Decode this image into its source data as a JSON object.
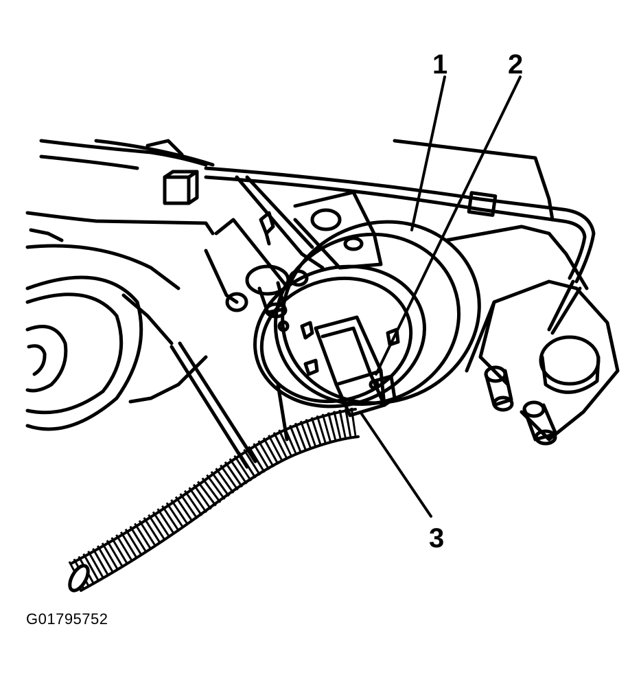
{
  "callouts": {
    "one": "1",
    "two": "2",
    "three": "3"
  },
  "figure_id": "G01795752",
  "colors": {
    "ink": "#000000",
    "paper": "#ffffff"
  }
}
